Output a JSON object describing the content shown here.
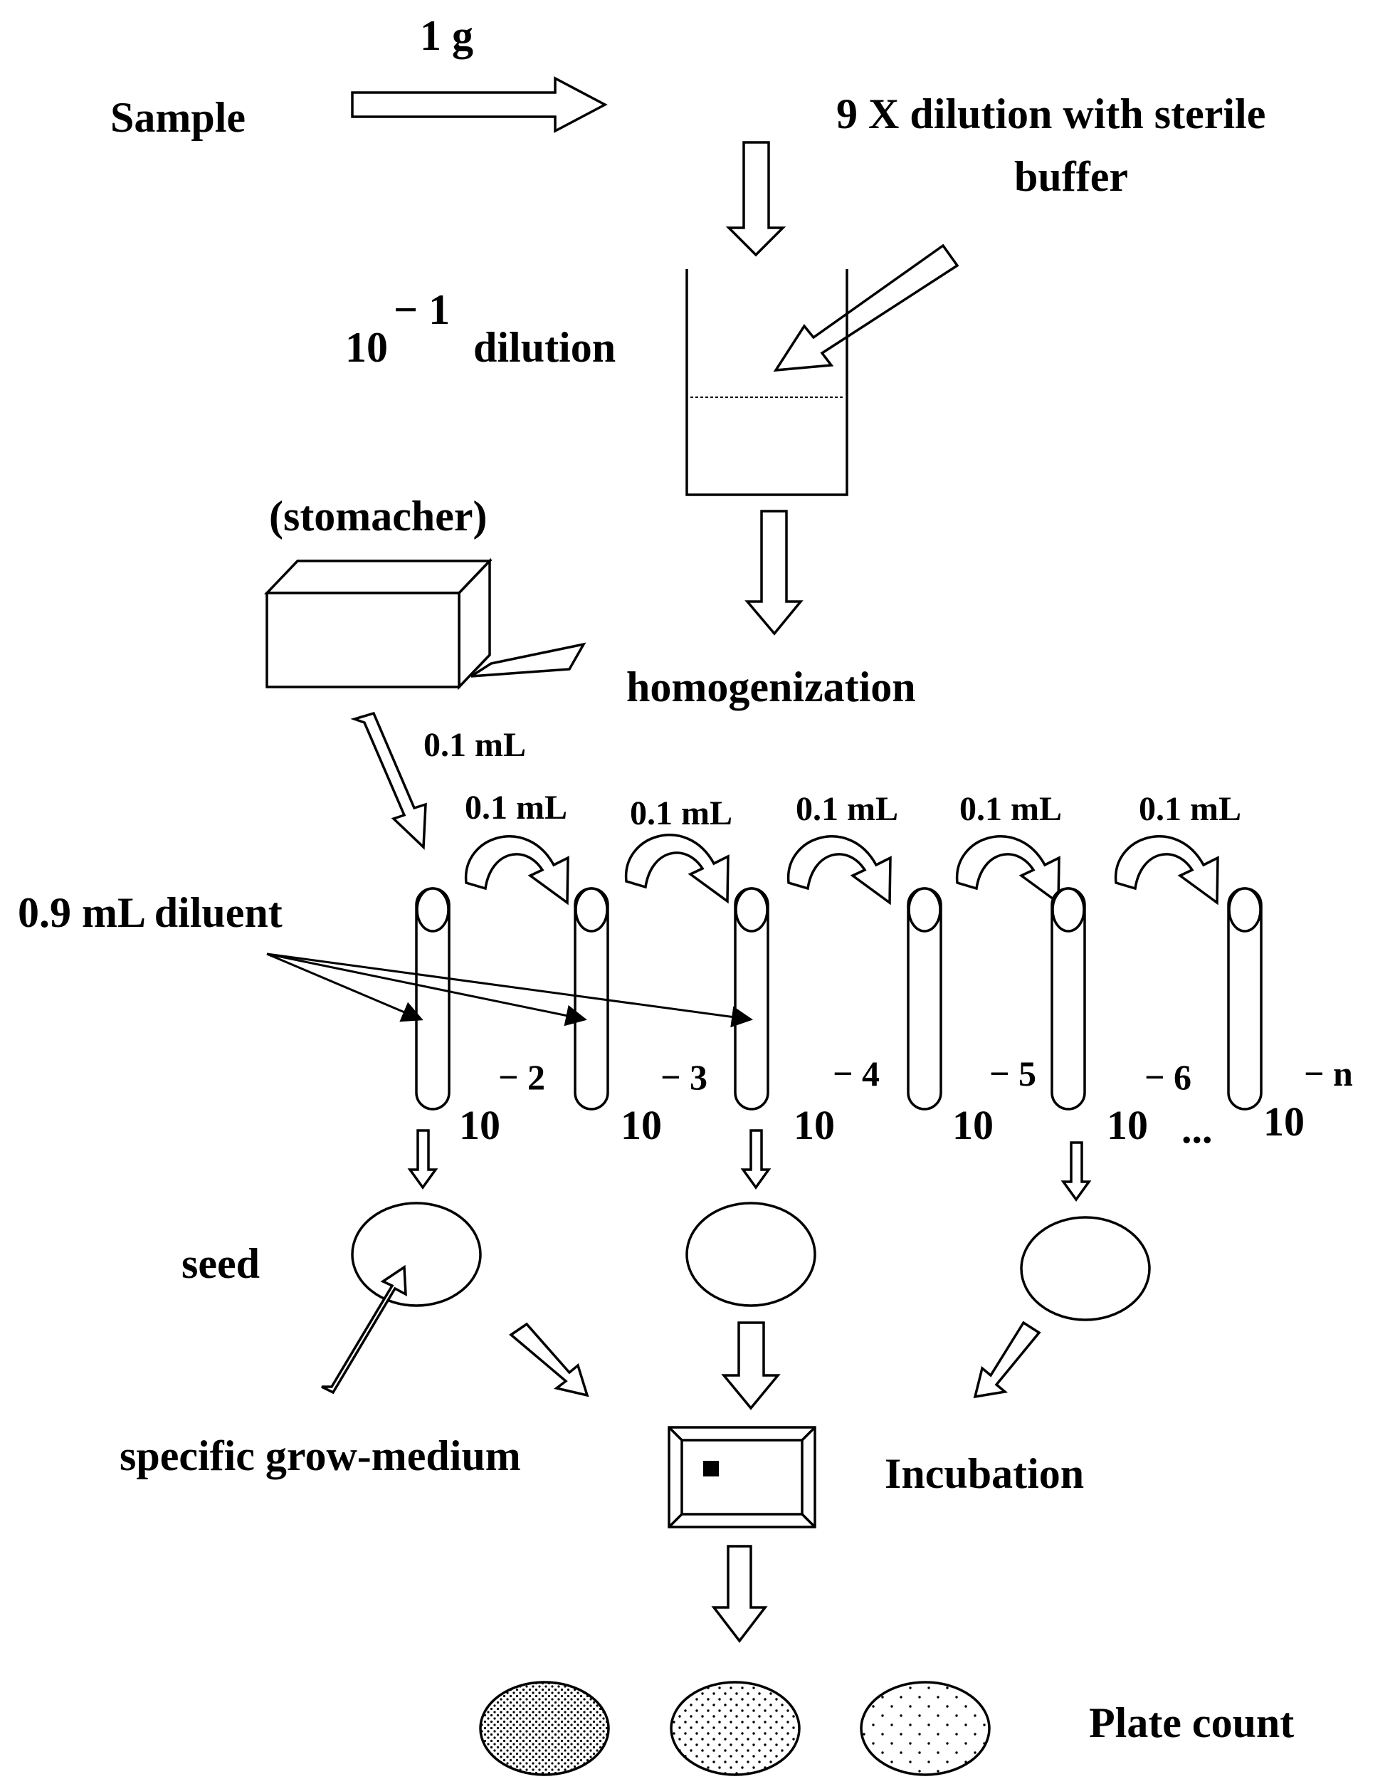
{
  "labels": {
    "sample": "Sample",
    "one_gram": "1 g",
    "dilution_buffer_line1": "9 X dilution with sterile",
    "dilution_buffer_line2": "buffer",
    "first_dilution_base": "10",
    "first_dilution_exp": "− 1",
    "first_dilution_word": "dilution",
    "stomacher": "(stomacher)",
    "homogenization": "homogenization",
    "transfer_initial": "0.1 mL",
    "diluent": "0.9 mL diluent",
    "seed": "seed",
    "specific_medium": "specific grow-medium",
    "incubation": "Incubation",
    "plate_count": "Plate count",
    "ellipsis": "..."
  },
  "transfers": [
    "0.1 mL",
    "0.1 mL",
    "0.1 mL",
    "0.1 mL",
    "0.1 mL"
  ],
  "tube_dilutions": [
    {
      "base": "10",
      "exp": "− 2"
    },
    {
      "base": "10",
      "exp": "− 3"
    },
    {
      "base": "10",
      "exp": "− 4"
    },
    {
      "base": "10",
      "exp": "− 5"
    },
    {
      "base": "10",
      "exp": "− 6"
    },
    {
      "base": "10",
      "exp": "− n"
    }
  ],
  "plate_densities": [
    "dense",
    "medium",
    "sparse"
  ]
}
